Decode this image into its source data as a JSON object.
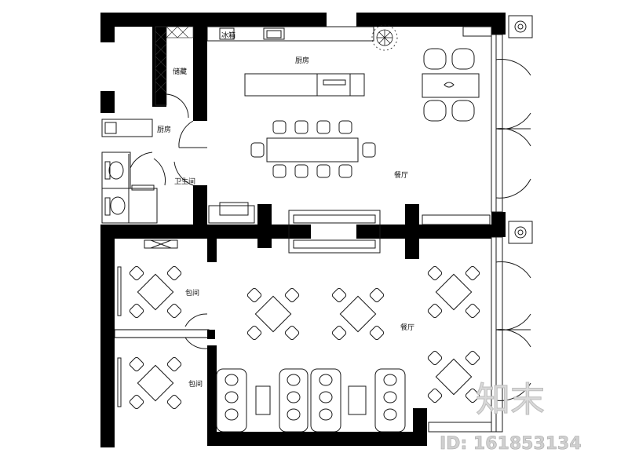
{
  "plan": {
    "room_labels": {
      "pantry": "厨房",
      "kitchen": "厨房",
      "storage": "储藏",
      "toilet": "卫生间",
      "dining_large": "餐厅",
      "dining_small": "餐厅",
      "private_room_1": "包间",
      "private_room_2": "包间"
    },
    "fixture_labels": {
      "fridge": "冰箱"
    }
  },
  "watermark": {
    "brand": "知末",
    "id_text": "ID: 161853134"
  },
  "colors": {
    "wall": "#000000",
    "line": "#1a1a1a",
    "watermark": "#c8c8c8"
  }
}
